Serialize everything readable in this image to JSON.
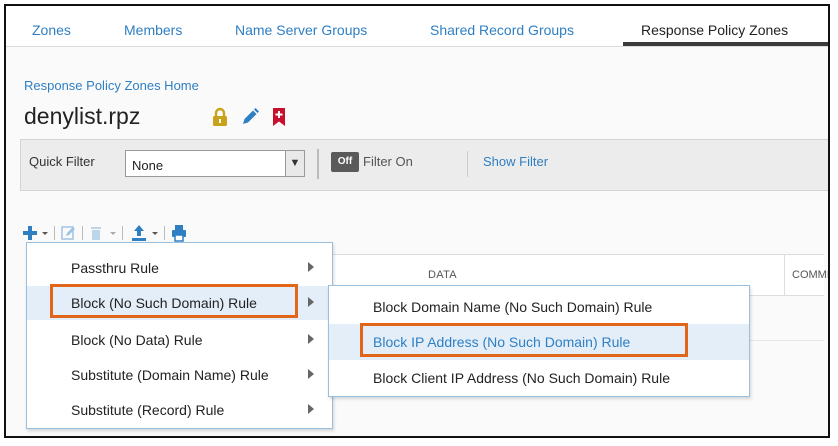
{
  "tabs": [
    {
      "label": "Zones"
    },
    {
      "label": "Members"
    },
    {
      "label": "Name Server Groups"
    },
    {
      "label": "Shared Record Groups"
    },
    {
      "label": "Response Policy Zones"
    }
  ],
  "breadcrumb": "Response Policy Zones Home",
  "page_title": "denylist.rpz",
  "filter": {
    "quick_filter_label": "Quick Filter",
    "quick_filter_value": "None",
    "toggle_label": "Off",
    "filter_on_label": "Filter On",
    "show_filter_label": "Show Filter"
  },
  "grid": {
    "columns": [
      "DATA",
      "COMME"
    ]
  },
  "menu": {
    "items": [
      {
        "label": "Passthru Rule"
      },
      {
        "label": "Block (No Such Domain) Rule"
      },
      {
        "label": "Block (No Data) Rule"
      },
      {
        "label": "Substitute (Domain Name) Rule"
      },
      {
        "label": "Substitute (Record) Rule"
      }
    ]
  },
  "submenu": {
    "items": [
      {
        "label": "Block Domain Name (No Such Domain) Rule"
      },
      {
        "label": "Block IP Address (No Such Domain) Rule"
      },
      {
        "label": "Block Client IP Address (No Such Domain) Rule"
      }
    ]
  },
  "colors": {
    "link": "#2f7fc3",
    "highlight": "#e1661a",
    "lock": "#c8a31a",
    "pencil": "#2f7fc3",
    "bookmark": "#c8102e"
  }
}
